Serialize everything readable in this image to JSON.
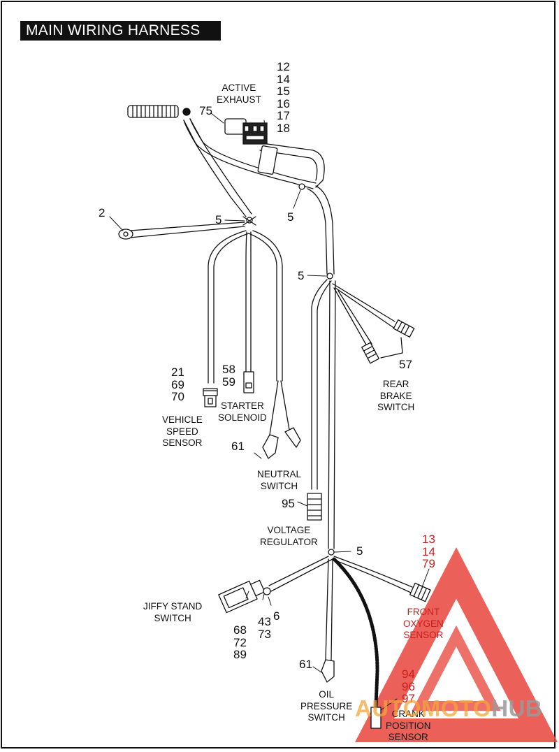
{
  "title": "MAIN WIRING HARNESS",
  "labels": {
    "active_exhaust": "ACTIVE\nEXHAUST",
    "vehicle_speed_sensor": "VEHICLE\nSPEED\nSENSOR",
    "starter_solenoid": "STARTER\nSOLENOID",
    "neutral_switch": "NEUTRAL\nSWITCH",
    "voltage_regulator": "VOLTAGE\nREGULATOR",
    "rear_brake_switch": "REAR\nBRAKE\nSWITCH",
    "jiffy_stand_switch": "JIFFY STAND\nSWITCH",
    "front_oxygen_sensor": "FRONT\nOXYGEN\nSENSOR",
    "oil_pressure_switch": "OIL\nPRESSURE\nSWITCH",
    "crank_position_sensor": "CRANK\nPOSITION\nSENSOR"
  },
  "callouts": {
    "active_exhaust_parts": "12\n14\n15\n16\n17\n18",
    "ground_ring": "75",
    "ring_terminal": "2",
    "clip_upper_left": "5",
    "clip_upper_right": "5",
    "clip_middle": "5",
    "clip_lower": "5",
    "vehicle_speed_parts": "21\n69\n70",
    "starter_parts": "58\n59",
    "neutral_part": "61",
    "rear_brake_part": "57",
    "voltage_reg_part": "95",
    "front_o2_parts": "13\n14\n79",
    "jiffy_parts_a": "68\n72\n89",
    "jiffy_parts_b": "43\n73",
    "jiffy_part_c": "6",
    "oil_pressure_part": "61",
    "crank_parts": "94\n96\n97"
  },
  "watermark": {
    "part1": "AUTOMOTO",
    "part2": "HUB",
    "color_triangle": "#e8453c",
    "color_text1": "#f6a43a",
    "color_text2": "#8c8c8c"
  }
}
